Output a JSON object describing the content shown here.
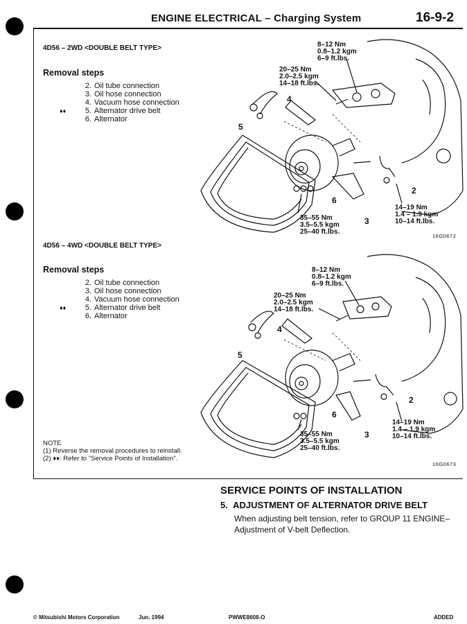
{
  "header": {
    "title": "ENGINE ELECTRICAL",
    "separator": " – ",
    "subtitle": "Charging System",
    "page_number": "16-9-2"
  },
  "section1": {
    "heading": "4D56 – 2WD <DOUBLE BELT TYPE>",
    "steps_title": "Removal steps",
    "steps": [
      {
        "num": "2.",
        "label": "Oil tube connection",
        "marked": false
      },
      {
        "num": "3.",
        "label": "Oil hose connection",
        "marked": false
      },
      {
        "num": "4.",
        "label": "Vacuum hose connection",
        "marked": false
      },
      {
        "num": "5.",
        "label": "Alternator drive belt",
        "marked": true
      },
      {
        "num": "6.",
        "label": "Alternator",
        "marked": false
      }
    ],
    "figure": {
      "torque_top": "8–12 Nm\n0.8–1.2 kgm\n6–9 ft.lbs.",
      "torque_mid": "20–25 Nm\n2.0–2.5 kgm\n14–18 ft.lbs.",
      "torque_bottom_left": "35–55 Nm\n3.5–5.5 kgm\n25–40 ft.lbs.",
      "torque_bottom_right": "14–19 Nm\n1.4 – 1.9 kgm\n10–14 ft.lbs.",
      "callouts": [
        "4",
        "5",
        "6",
        "3",
        "2"
      ],
      "code": "16G0672"
    }
  },
  "section2": {
    "heading": "4D56 – 4WD <DOUBLE BELT TYPE>",
    "steps_title": "Removal steps",
    "steps": [
      {
        "num": "2.",
        "label": "Oil tube connection",
        "marked": false
      },
      {
        "num": "3.",
        "label": "Oil hose connection",
        "marked": false
      },
      {
        "num": "4.",
        "label": "Vacuum hose connection",
        "marked": false
      },
      {
        "num": "5.",
        "label": "Alternator drive belt",
        "marked": true
      },
      {
        "num": "6.",
        "label": "Alternator",
        "marked": false
      }
    ],
    "figure": {
      "torque_top": "8–12 Nm\n0.8–1.2 kgm\n6–9 ft.lbs.",
      "torque_mid": "20–25 Nm\n2.0–2.5 kgm\n14–18 ft.lbs.",
      "torque_bottom_left": "35–55 Nm\n3.5–5.5 kgm\n25–40 ft.lbs.",
      "torque_bottom_right": "14–19 Nm\n1.4 – 1.9 kgm\n10–14 ft.lbs.",
      "callouts": [
        "4",
        "5",
        "6",
        "3",
        "2"
      ],
      "code": "16G0673"
    }
  },
  "step_mark": "♦♦",
  "note": {
    "title": "NOTE",
    "line1": "(1) Reverse the removal procedures to reinstall.",
    "line2_prefix": "(2) ",
    "line2_mark": "♦♦",
    "line2_text": ": Refer to \"Service Points of Installation\"."
  },
  "service_points": {
    "title": "SERVICE POINTS OF INSTALLATION",
    "item_num": "5.",
    "item_title": "ADJUSTMENT OF ALTERNATOR DRIVE BELT",
    "body_line1": "When adjusting belt tension, refer to GROUP 11 ENGINE–",
    "body_line2": "Adjustment of V-belt Deflection."
  },
  "footer": {
    "copyright": "© Mitsubishi Motors Corporation",
    "date": "Jun. 1994",
    "code": "PWWE8608-O",
    "status": "ADDED"
  }
}
